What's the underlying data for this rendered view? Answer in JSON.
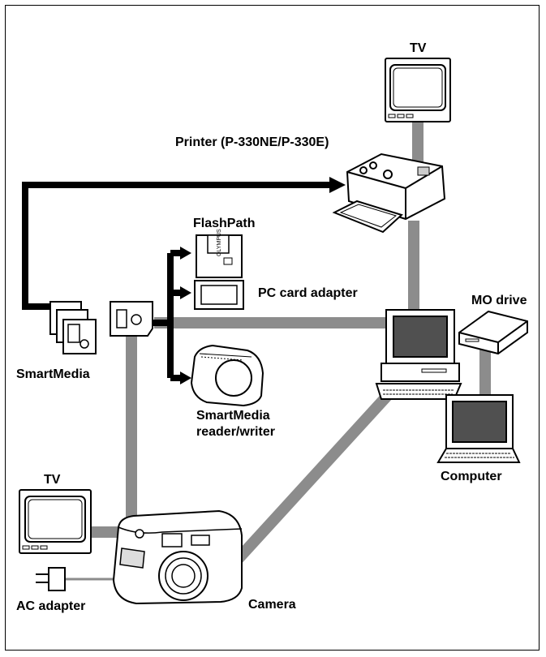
{
  "labels": {
    "tv_top": "TV",
    "printer": "Printer (P-330NE/P-330E)",
    "flashpath": "FlashPath",
    "pc_card_adapter": "PC card adapter",
    "mo_drive": "MO drive",
    "smartmedia": "SmartMedia",
    "reader_writer_line1": "SmartMedia",
    "reader_writer_line2": "reader/writer",
    "computer": "Computer",
    "tv_bottom": "TV",
    "ac_adapter": "AC adapter",
    "camera": "Camera"
  },
  "card_text": {
    "flashpath_card": "OLYMPUS"
  },
  "colors": {
    "connection_gray": "#8c8c8c",
    "arrow_black": "#000000",
    "screen_dark": "#505050"
  }
}
